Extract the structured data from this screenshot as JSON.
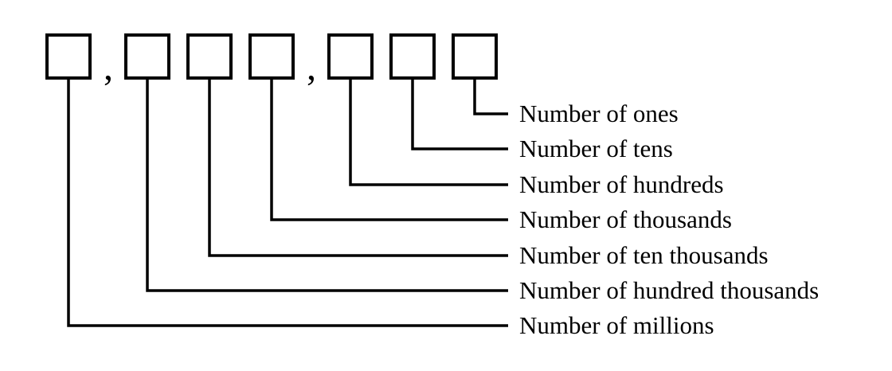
{
  "place_values": [
    {
      "position": "millions",
      "label": "Number of millions"
    },
    {
      "position": "hundred-thousands",
      "label": "Number of hundred thousands"
    },
    {
      "position": "ten-thousands",
      "label": "Number of ten thousands"
    },
    {
      "position": "thousands",
      "label": "Number of thousands"
    },
    {
      "position": "hundreds",
      "label": "Number of hundreds"
    },
    {
      "position": "tens",
      "label": "Number of tens"
    },
    {
      "position": "ones",
      "label": "Number of ones"
    }
  ],
  "separators": [
    ",",
    ","
  ],
  "colors": {
    "ink": "#000000",
    "background": "#ffffff"
  }
}
